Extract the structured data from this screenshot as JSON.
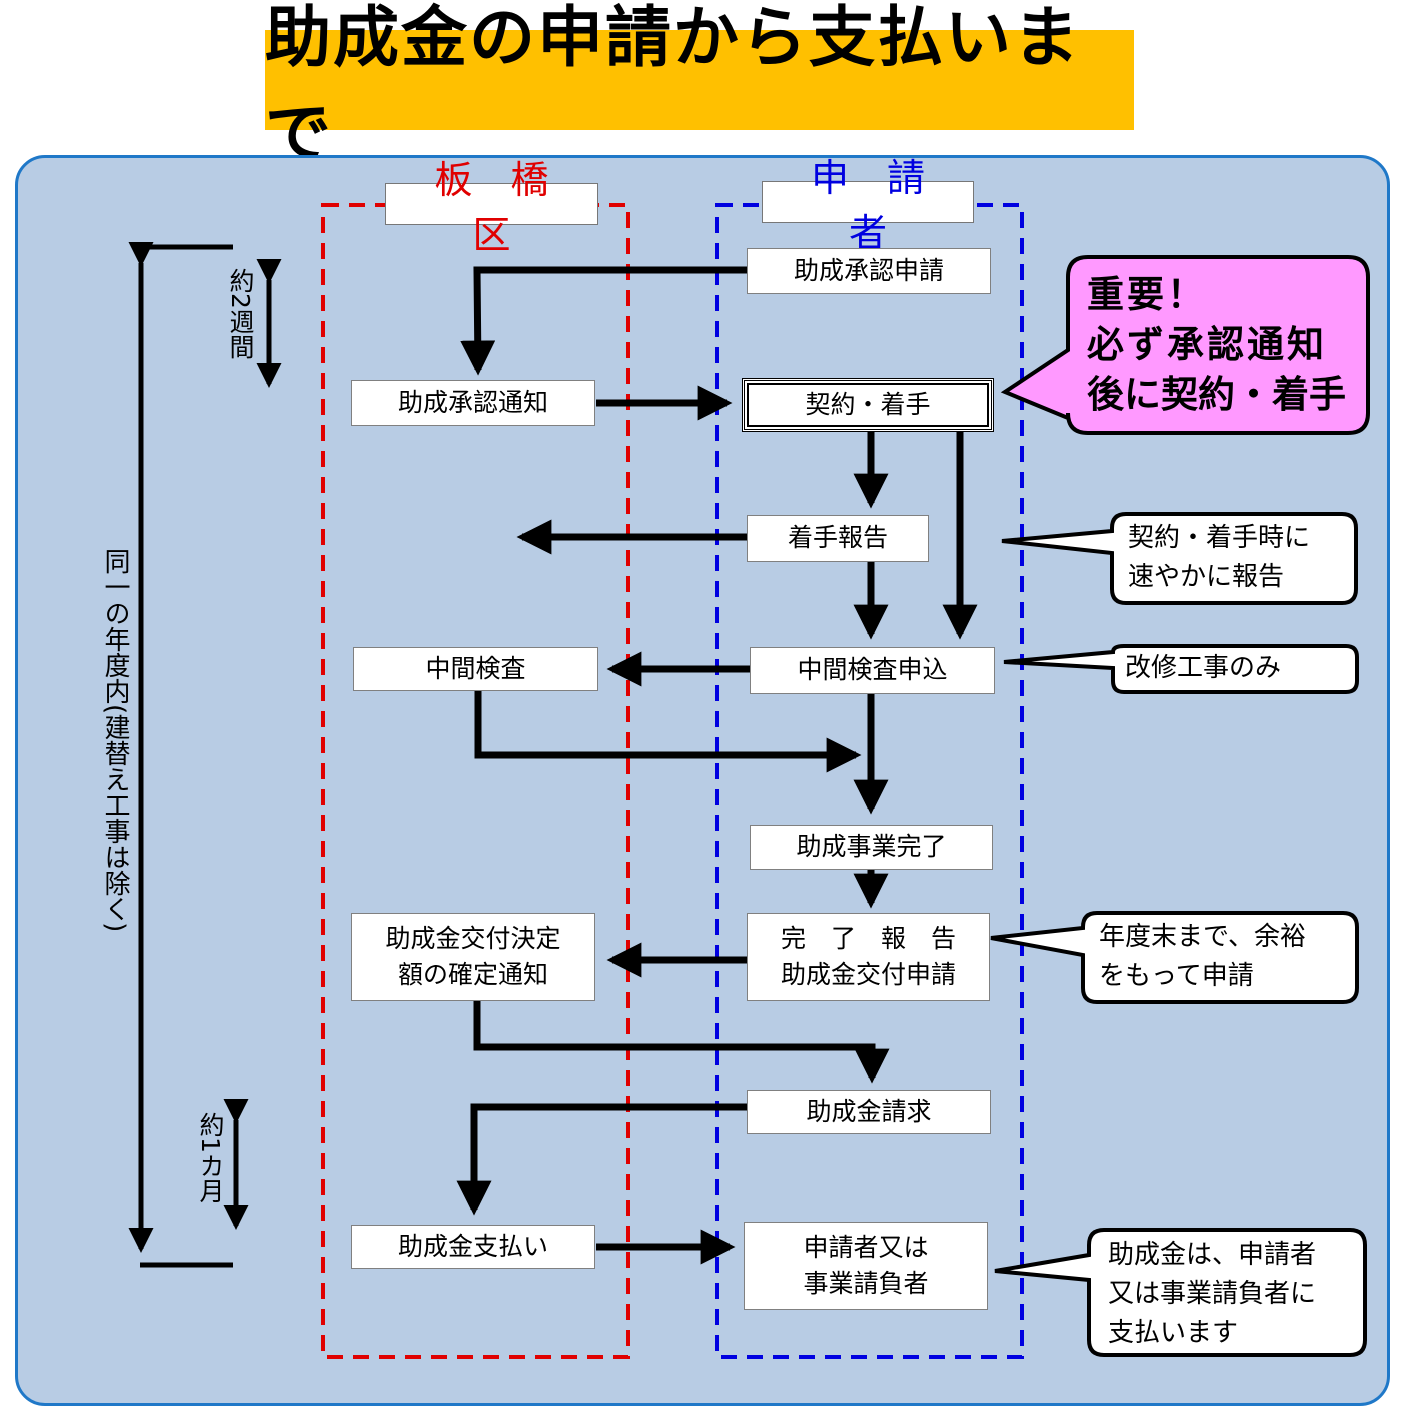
{
  "title": "助成金の申請から支払いまで",
  "lanes": {
    "ward": "板　橋　区",
    "applicant": "申　請　者"
  },
  "steps": {
    "approval_request": "助成承認申請",
    "approval_notice": "助成承認通知",
    "contract_start": "契約・着手",
    "start_report": "着手報告",
    "mid_inspection": "中間検査",
    "mid_inspection_request": "中間検査申込",
    "project_complete": "助成事業完了",
    "grant_decision_l1": "助成金交付決定",
    "grant_decision_l2": "額の確定通知",
    "completion_report_l1": "完　了　報　告",
    "completion_report_l2": "助成金交付申請",
    "grant_claim": "助成金請求",
    "grant_payment": "助成金支払い",
    "payee_l1": "申請者又は",
    "payee_l2": "事業請負者"
  },
  "callouts": {
    "important_l1": "重要！",
    "important_l2": "必ず承認通知",
    "important_l3": "後に契約・着手",
    "start_note_l1": "契約・着手時に",
    "start_note_l2": "速やかに報告",
    "renovation_note": "改修工事のみ",
    "deadline_note_l1": "年度末まで、余裕",
    "deadline_note_l2": "をもって申請",
    "payment_note_l1": "助成金は、申請者",
    "payment_note_l2": "又は事業請負者に",
    "payment_note_l3": "支払います"
  },
  "timeline": {
    "two_weeks": "約2週間",
    "one_month": "約1カ月",
    "same_fiscal_year": "同一の年度内(建替え工事は除く)"
  },
  "colors": {
    "banner": "#FFC000",
    "panel": "#B8CCE4",
    "panel_border": "#1F78C8",
    "ward_lane": "#E00000",
    "applicant_lane": "#0000E0",
    "important_callout": "#FF99FF"
  }
}
